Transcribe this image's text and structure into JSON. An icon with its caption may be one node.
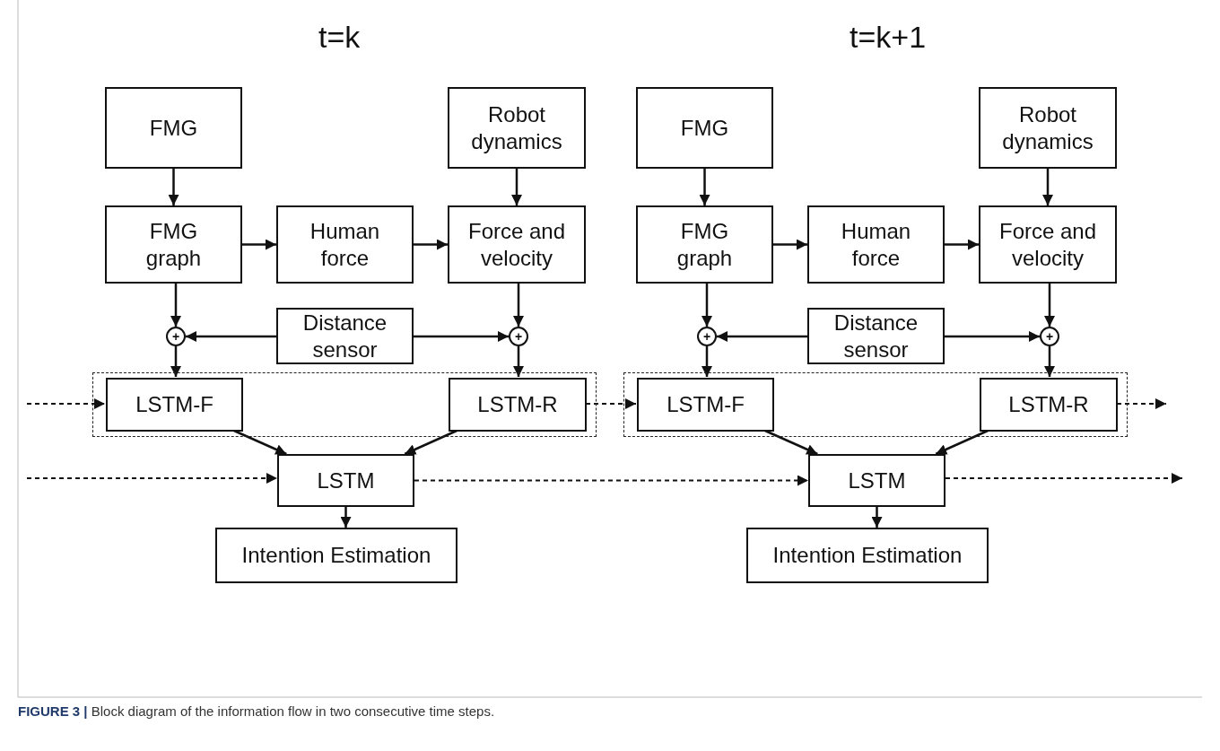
{
  "diagram": {
    "caption": "**FIGURE 3 |** Block diagram of the information flow in two consecutive time steps.",
    "labels": [
      "t=k",
      "t=k+1"
    ],
    "nodes": [
      {
        "text": [
          "FMG"
        ]
      },
      {
        "text": [
          "Robot dynamics"
        ]
      },
      {
        "text": [
          "FMG graph"
        ]
      },
      {
        "text": [
          "Human force"
        ]
      },
      {
        "text": [
          "Force and velocity"
        ]
      },
      {
        "text": [
          "Distance sensor"
        ]
      },
      {
        "text": [
          "+"
        ]
      },
      {
        "text": [
          "+"
        ]
      },
      {
        "text": [],
        "shape": "box"
      },
      {
        "text": [
          "LSTM-F"
        ],
        "in": 8
      },
      {
        "text": [
          "LSTM-R"
        ],
        "in": 8
      },
      {
        "text": [
          "LSTM"
        ]
      },
      {
        "text": [
          "Intention Estimation"
        ]
      },
      {
        "text": [
          "FMG"
        ]
      },
      {
        "text": [
          "Robot dynamics"
        ]
      },
      {
        "text": [
          "FMG graph"
        ]
      },
      {
        "text": [
          "Human force"
        ]
      },
      {
        "text": [
          "Force and velocity"
        ]
      },
      {
        "text": [
          "Distance sensor"
        ]
      },
      {
        "text": [
          "+"
        ]
      },
      {
        "text": [
          "+"
        ]
      },
      {
        "text": [],
        "shape": "box"
      },
      {
        "text": [
          "LSTM-F"
        ],
        "in": 21
      },
      {
        "text": [
          "LSTM-R"
        ],
        "in": 21
      },
      {
        "text": [
          "LSTM"
        ]
      },
      {
        "text": [
          "Intention Estimation"
        ]
      }
    ],
    "edges": [
      {
        "from": 0,
        "to": 2,
        "arrow": "to"
      },
      {
        "from": 1,
        "to": 4,
        "arrow": "to"
      },
      {
        "from": 2,
        "to": 3,
        "arrow": "to"
      },
      {
        "from": 3,
        "to": 4,
        "arrow": "to"
      },
      {
        "from": 2,
        "to": 6,
        "arrow": "to"
      },
      {
        "from": 4,
        "to": 7,
        "arrow": "to"
      },
      {
        "from": 5,
        "to": 6,
        "arrow": "to"
      },
      {
        "from": 5,
        "to": 7,
        "arrow": "to"
      },
      {
        "from": 6,
        "to": 9,
        "arrow": "to"
      },
      {
        "from": 7,
        "to": 10,
        "arrow": "to"
      },
      {
        "from": 9,
        "to": 11,
        "arrow": "to"
      },
      {
        "from": 10,
        "to": 11,
        "arrow": "to"
      },
      {
        "from": 11,
        "to": 12,
        "arrow": "to"
      },
      {
        "from": 13,
        "to": 15,
        "arrow": "to"
      },
      {
        "from": 14,
        "to": 17,
        "arrow": "to"
      },
      {
        "from": 15,
        "to": 16,
        "arrow": "to"
      },
      {
        "from": 16,
        "to": 17,
        "arrow": "to"
      },
      {
        "from": 15,
        "to": 19,
        "arrow": "to"
      },
      {
        "from": 17,
        "to": 20,
        "arrow": "to"
      },
      {
        "from": 18,
        "to": 19,
        "arrow": "to"
      },
      {
        "from": 18,
        "to": 20,
        "arrow": "to"
      },
      {
        "from": 19,
        "to": 22,
        "arrow": "to"
      },
      {
        "from": 20,
        "to": 23,
        "arrow": "to"
      },
      {
        "from": 22,
        "to": 24,
        "arrow": "to"
      },
      {
        "from": 23,
        "to": 24,
        "arrow": "to"
      },
      {
        "from": 24,
        "to": 25,
        "arrow": "to"
      },
      {
        "from": null,
        "to": 9,
        "arrow": "to",
        "style": "dashed"
      },
      {
        "from": 10,
        "to": 22,
        "arrow": "to",
        "style": "dashed"
      },
      {
        "from": 23,
        "to": null,
        "arrow": "to",
        "style": "dashed"
      },
      {
        "from": null,
        "to": 11,
        "arrow": "to",
        "style": "dashed"
      },
      {
        "from": 11,
        "to": 24,
        "arrow": "to",
        "style": "dashed"
      },
      {
        "from": 24,
        "to": null,
        "arrow": "to",
        "style": "dashed"
      }
    ]
  }
}
